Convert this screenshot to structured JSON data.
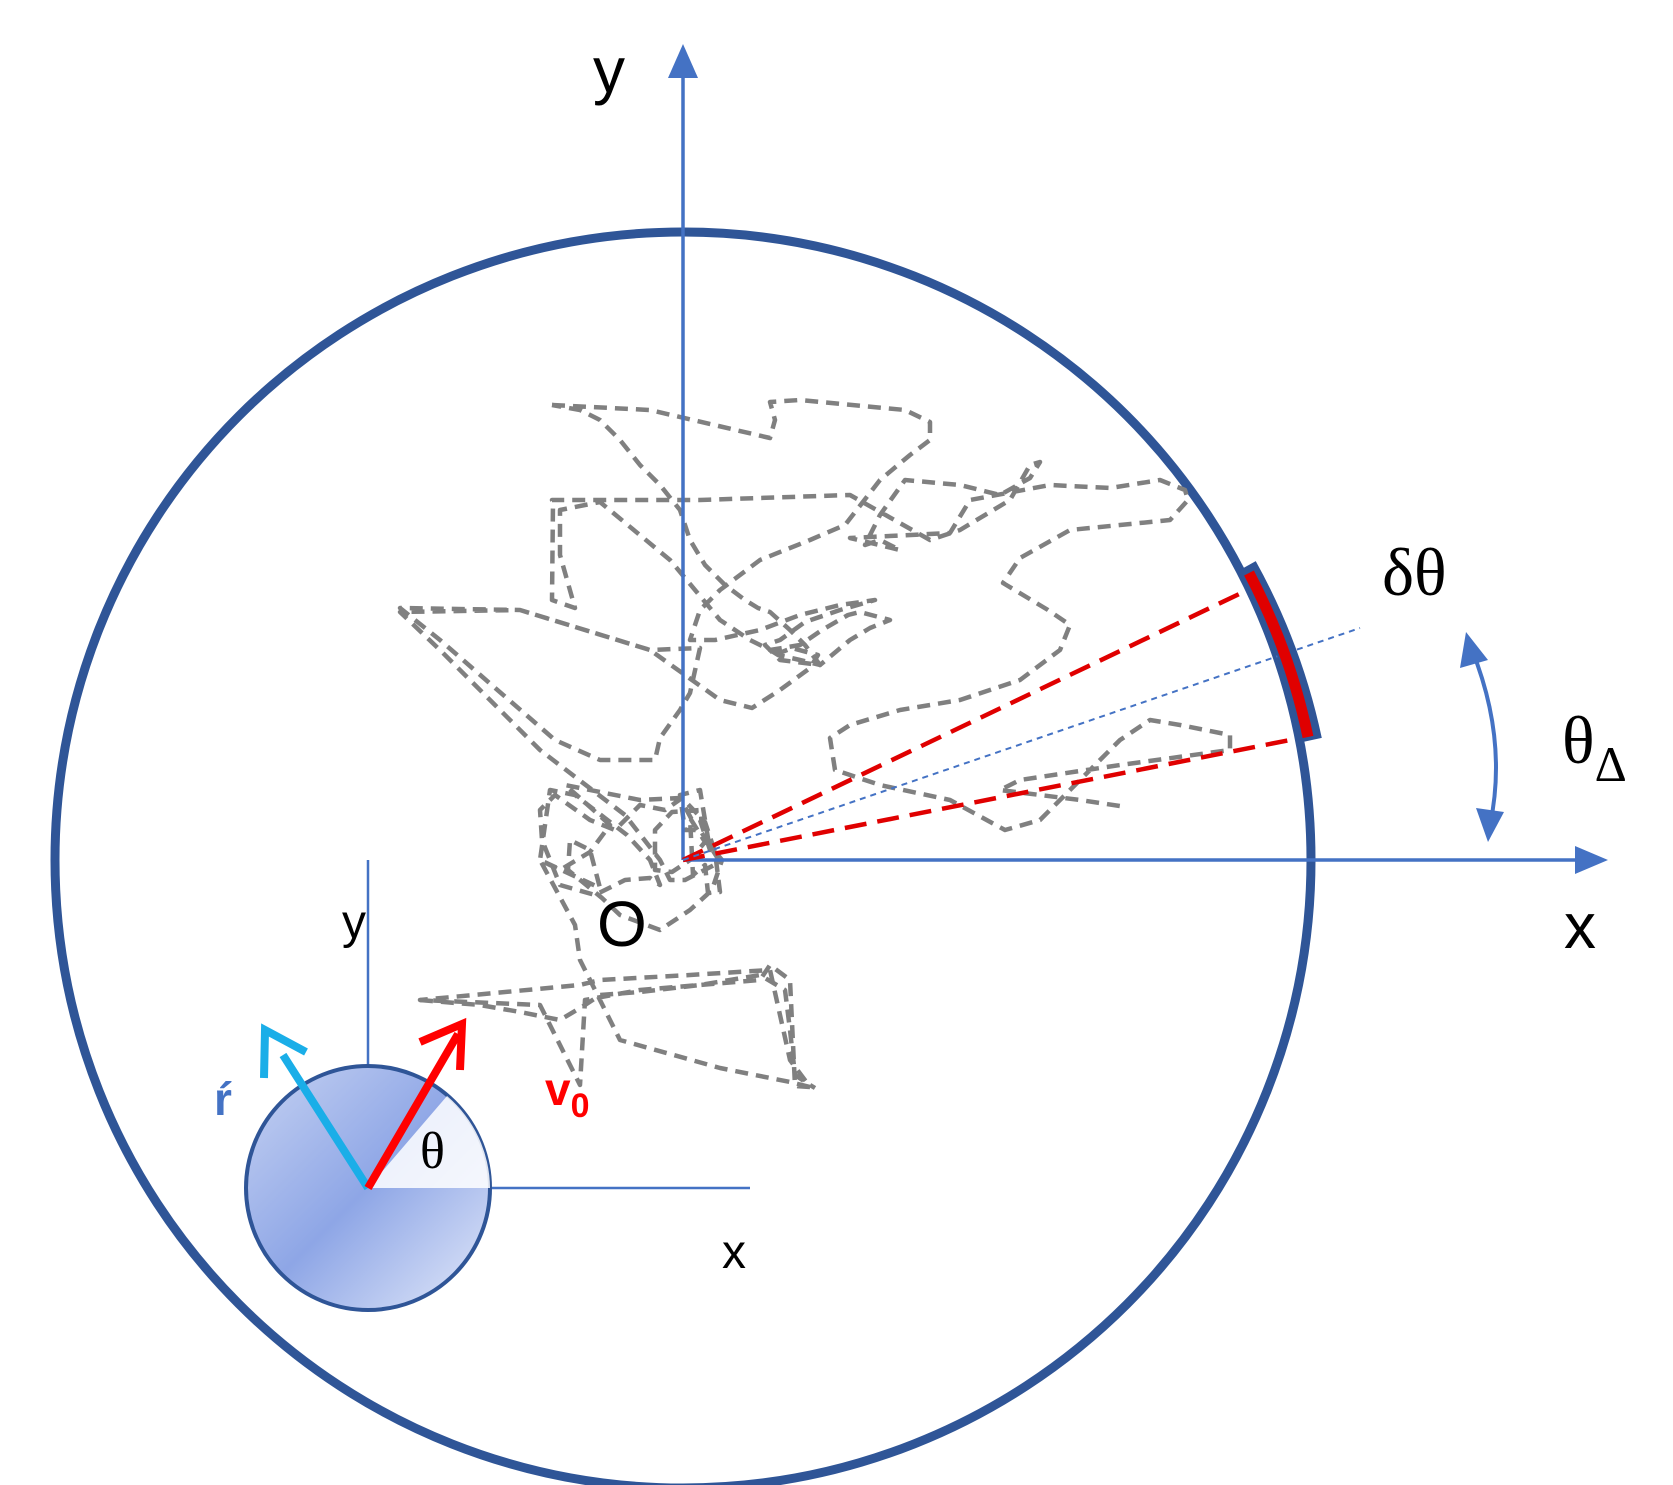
{
  "labels": {
    "main_y_axis": "y",
    "main_x_axis": "x",
    "origin": "O",
    "arc_width": "δθ",
    "angle_main": "θ",
    "angle_sub": "Δ",
    "small_y_axis": "y",
    "small_x_axis": "x",
    "orientation_vector": "ŕ",
    "velocity_main": "v",
    "velocity_sub": "0",
    "heading_angle": "θ"
  },
  "colors": {
    "outer_circle": "#2f5597",
    "axes": "#4472c4",
    "trajectory": "#808080",
    "target_arc": "#e00000",
    "sector_lines": "#e00000",
    "bisector": "#4472c4",
    "velocity_arrow": "#ff0000",
    "orientation_arrow": "#1aaee8",
    "particle_fill": "#a9bcea",
    "particle_edge": "#2f5597"
  }
}
